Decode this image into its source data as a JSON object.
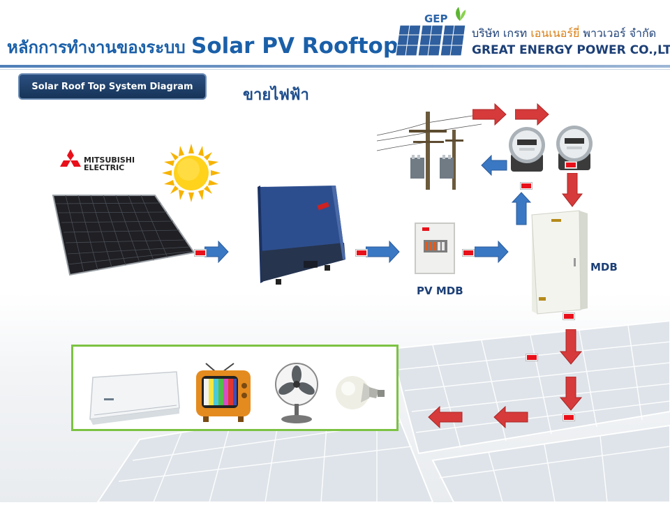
{
  "header": {
    "title_th": "หลักการทำงานของระบบ",
    "title_en": "Solar PV Rooftop"
  },
  "company": {
    "logo_text": "GEP",
    "name_th_prefix": "บริษัท เกรท ",
    "name_th_highlight": "เอนเนอร์ยี่",
    "name_th_suffix": " พาวเวอร์ จำกัด",
    "name_en": "GREAT ENERGY POWER CO.,LTD."
  },
  "diagram": {
    "badge": "Solar Roof Top System Diagram",
    "sell_label": "ขายไฟฟ้า",
    "panel_brand_line1": "MITSUBISHI",
    "panel_brand_line2": "ELECTRIC",
    "pv_mdb_label": "PV MDB",
    "mdb_label": "MDB"
  },
  "colors": {
    "title_blue": "#1a5fa8",
    "arrow_blue": "#3a78c4",
    "arrow_red": "#d63a3a",
    "frame_green": "#7cc242"
  },
  "icons": [
    "mitsubishi-logo-icon",
    "sun-icon",
    "solar-panel-icon",
    "inverter-icon",
    "pv-mdb-icon",
    "utility-pole-icon",
    "energy-meter-icon",
    "mdb-cabinet-icon",
    "air-conditioner-icon",
    "tv-icon",
    "fan-icon",
    "led-bulb-icon"
  ]
}
